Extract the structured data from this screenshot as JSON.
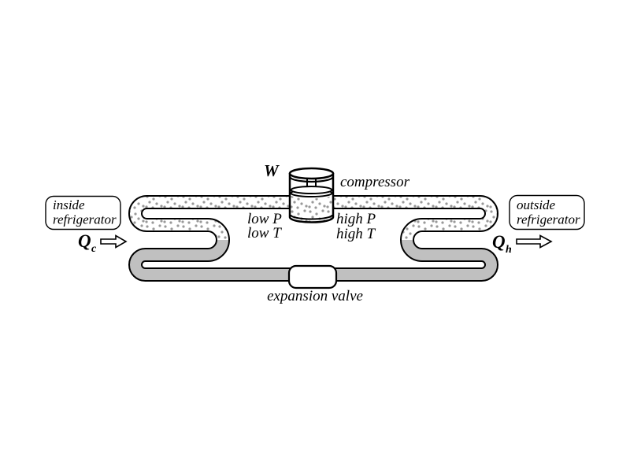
{
  "diagram": {
    "compressor": {
      "work_label": "W",
      "name_label": "compressor"
    },
    "state_labels": {
      "low_p": "low P",
      "low_t": "low T",
      "high_p": "high P",
      "high_t": "high T"
    },
    "expansion_valve_label": "expansion valve",
    "inside_box": {
      "line1": "inside",
      "line2": "refrigerator"
    },
    "outside_box": {
      "line1": "outside",
      "line2": "refrigerator"
    },
    "heat_in": {
      "symbol": "Q",
      "subscript": "c"
    },
    "heat_out": {
      "symbol": "Q",
      "subscript": "h"
    },
    "colors": {
      "liquid": "#c0c0c0",
      "dots": "#999999",
      "outline": "#000000",
      "background": "#ffffff"
    }
  }
}
